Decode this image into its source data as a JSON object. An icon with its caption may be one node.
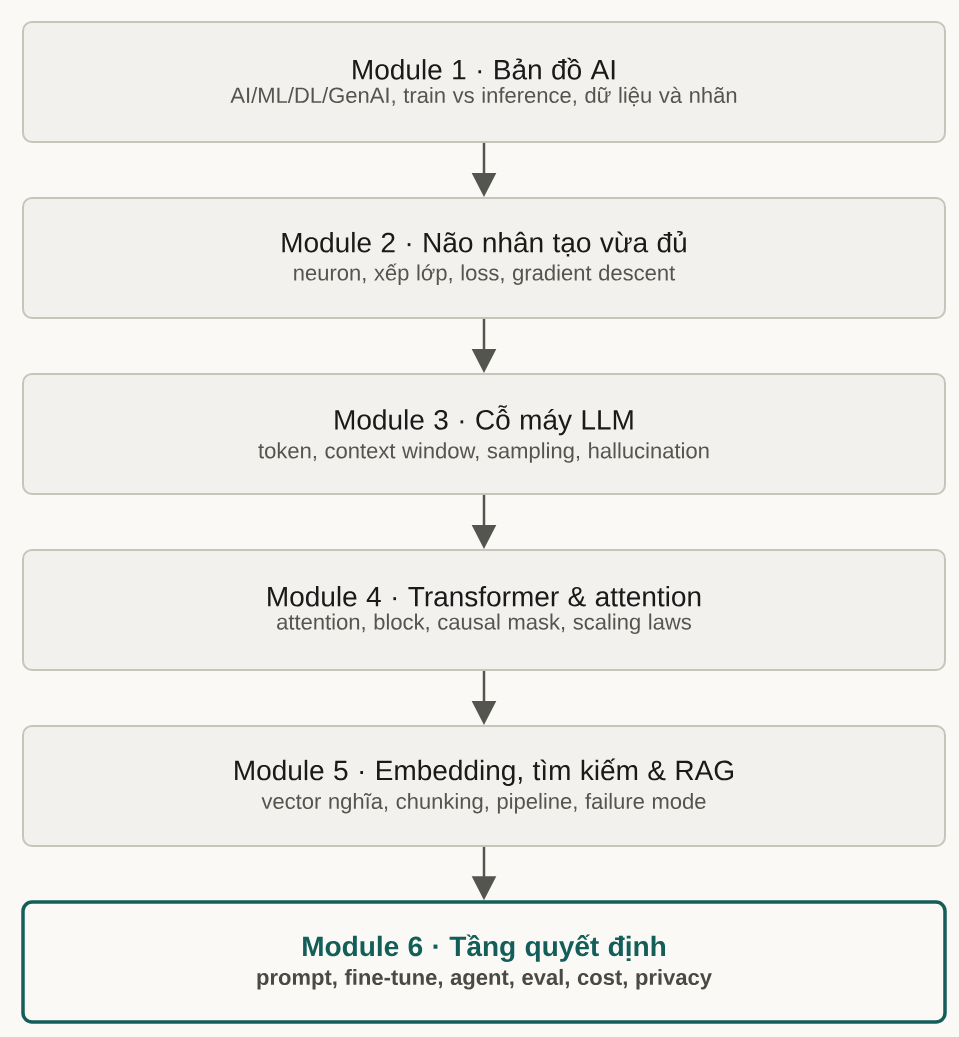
{
  "diagram": {
    "nodes": [
      {
        "text": [
          "Module 1 · Bản đồ AI",
          "AI/ML/DL/GenAI, train vs inference, dữ liệu và nhãn"
        ]
      },
      {
        "text": [
          "Module 2 · Não nhân tạo vừa đủ",
          "neuron, xếp lớp, loss, gradient descent"
        ]
      },
      {
        "text": [
          "Module 3 · Cỗ máy LLM",
          "token, context window, sampling, hallucination"
        ]
      },
      {
        "text": [
          "Module 4 · Transformer & attention",
          "attention, block, causal mask, scaling laws"
        ]
      },
      {
        "text": [
          "Module 5 · Embedding, tìm kiếm & RAG",
          "vector nghĩa, chunking, pipeline, failure mode"
        ]
      },
      {
        "text": [
          "Module 6 · Tầng quyết định",
          "prompt, fine-tune, agent, eval, cost, privacy"
        ]
      }
    ],
    "edges": [
      {
        "from": 0,
        "to": 1,
        "arrow": "to"
      },
      {
        "from": 1,
        "to": 2,
        "arrow": "to"
      },
      {
        "from": 2,
        "to": 3,
        "arrow": "to"
      },
      {
        "from": 3,
        "to": 4,
        "arrow": "to"
      },
      {
        "from": 4,
        "to": 5,
        "arrow": "to"
      }
    ]
  }
}
